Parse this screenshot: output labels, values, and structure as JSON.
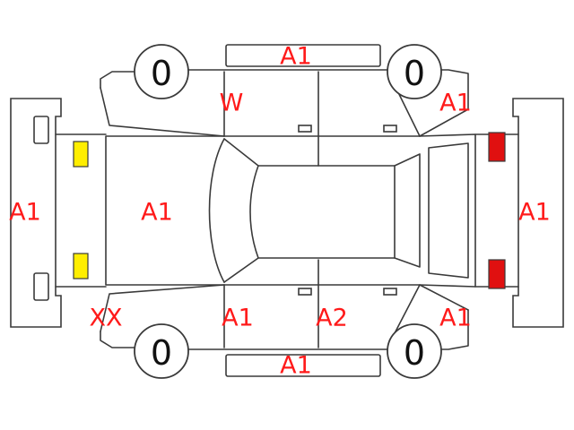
{
  "colors": {
    "mark": "#ff1a1a",
    "outline": "#3a3a3a",
    "front_lights": "#ffee00",
    "rear_lights": "#e01010"
  },
  "tires": {
    "front_left": "0",
    "front_right": "0",
    "rear_left": "0",
    "rear_right": "0"
  },
  "marks": {
    "roof_top": "A1",
    "pillar_w": "W",
    "rear_quarter_top": "A1",
    "front_bumper": "A1",
    "hood": "A1",
    "rear_bumper": "A1",
    "front_fender_bottom": "XX",
    "front_door_bottom": "A1",
    "rear_door_bottom": "A2",
    "rear_quarter_bottom": "A1",
    "side_sill_bottom": "A1"
  }
}
